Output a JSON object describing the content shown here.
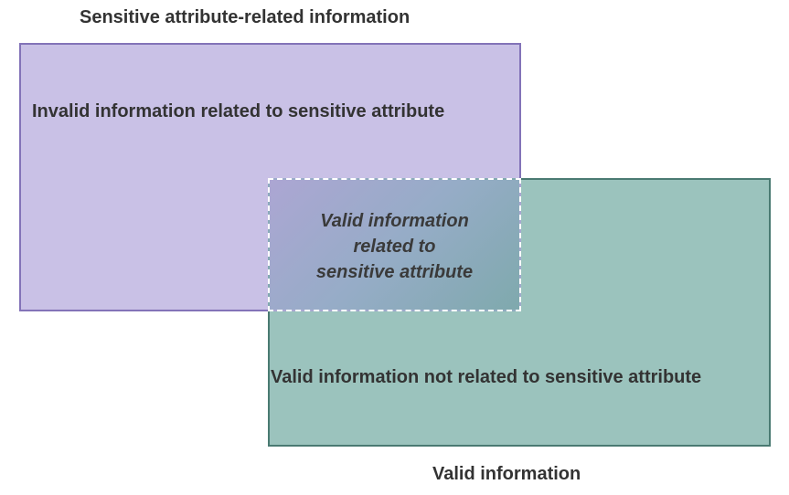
{
  "labels": {
    "sensitive_set": "Sensitive attribute-related information",
    "valid_set": "Valid information"
  },
  "regions": {
    "sensitive_only": "Invalid information related to sensitive attribute",
    "overlap": "Valid information\nrelated to\nsensitive attribute",
    "valid_only": "Valid information not related to sensitive attribute"
  },
  "colors": {
    "sensitive_fill": "#c9c1e6",
    "sensitive_border": "#8373b8",
    "valid_fill": "#9bc3bd",
    "valid_border": "#4a7a72",
    "overlap_border": "#ffffff"
  }
}
